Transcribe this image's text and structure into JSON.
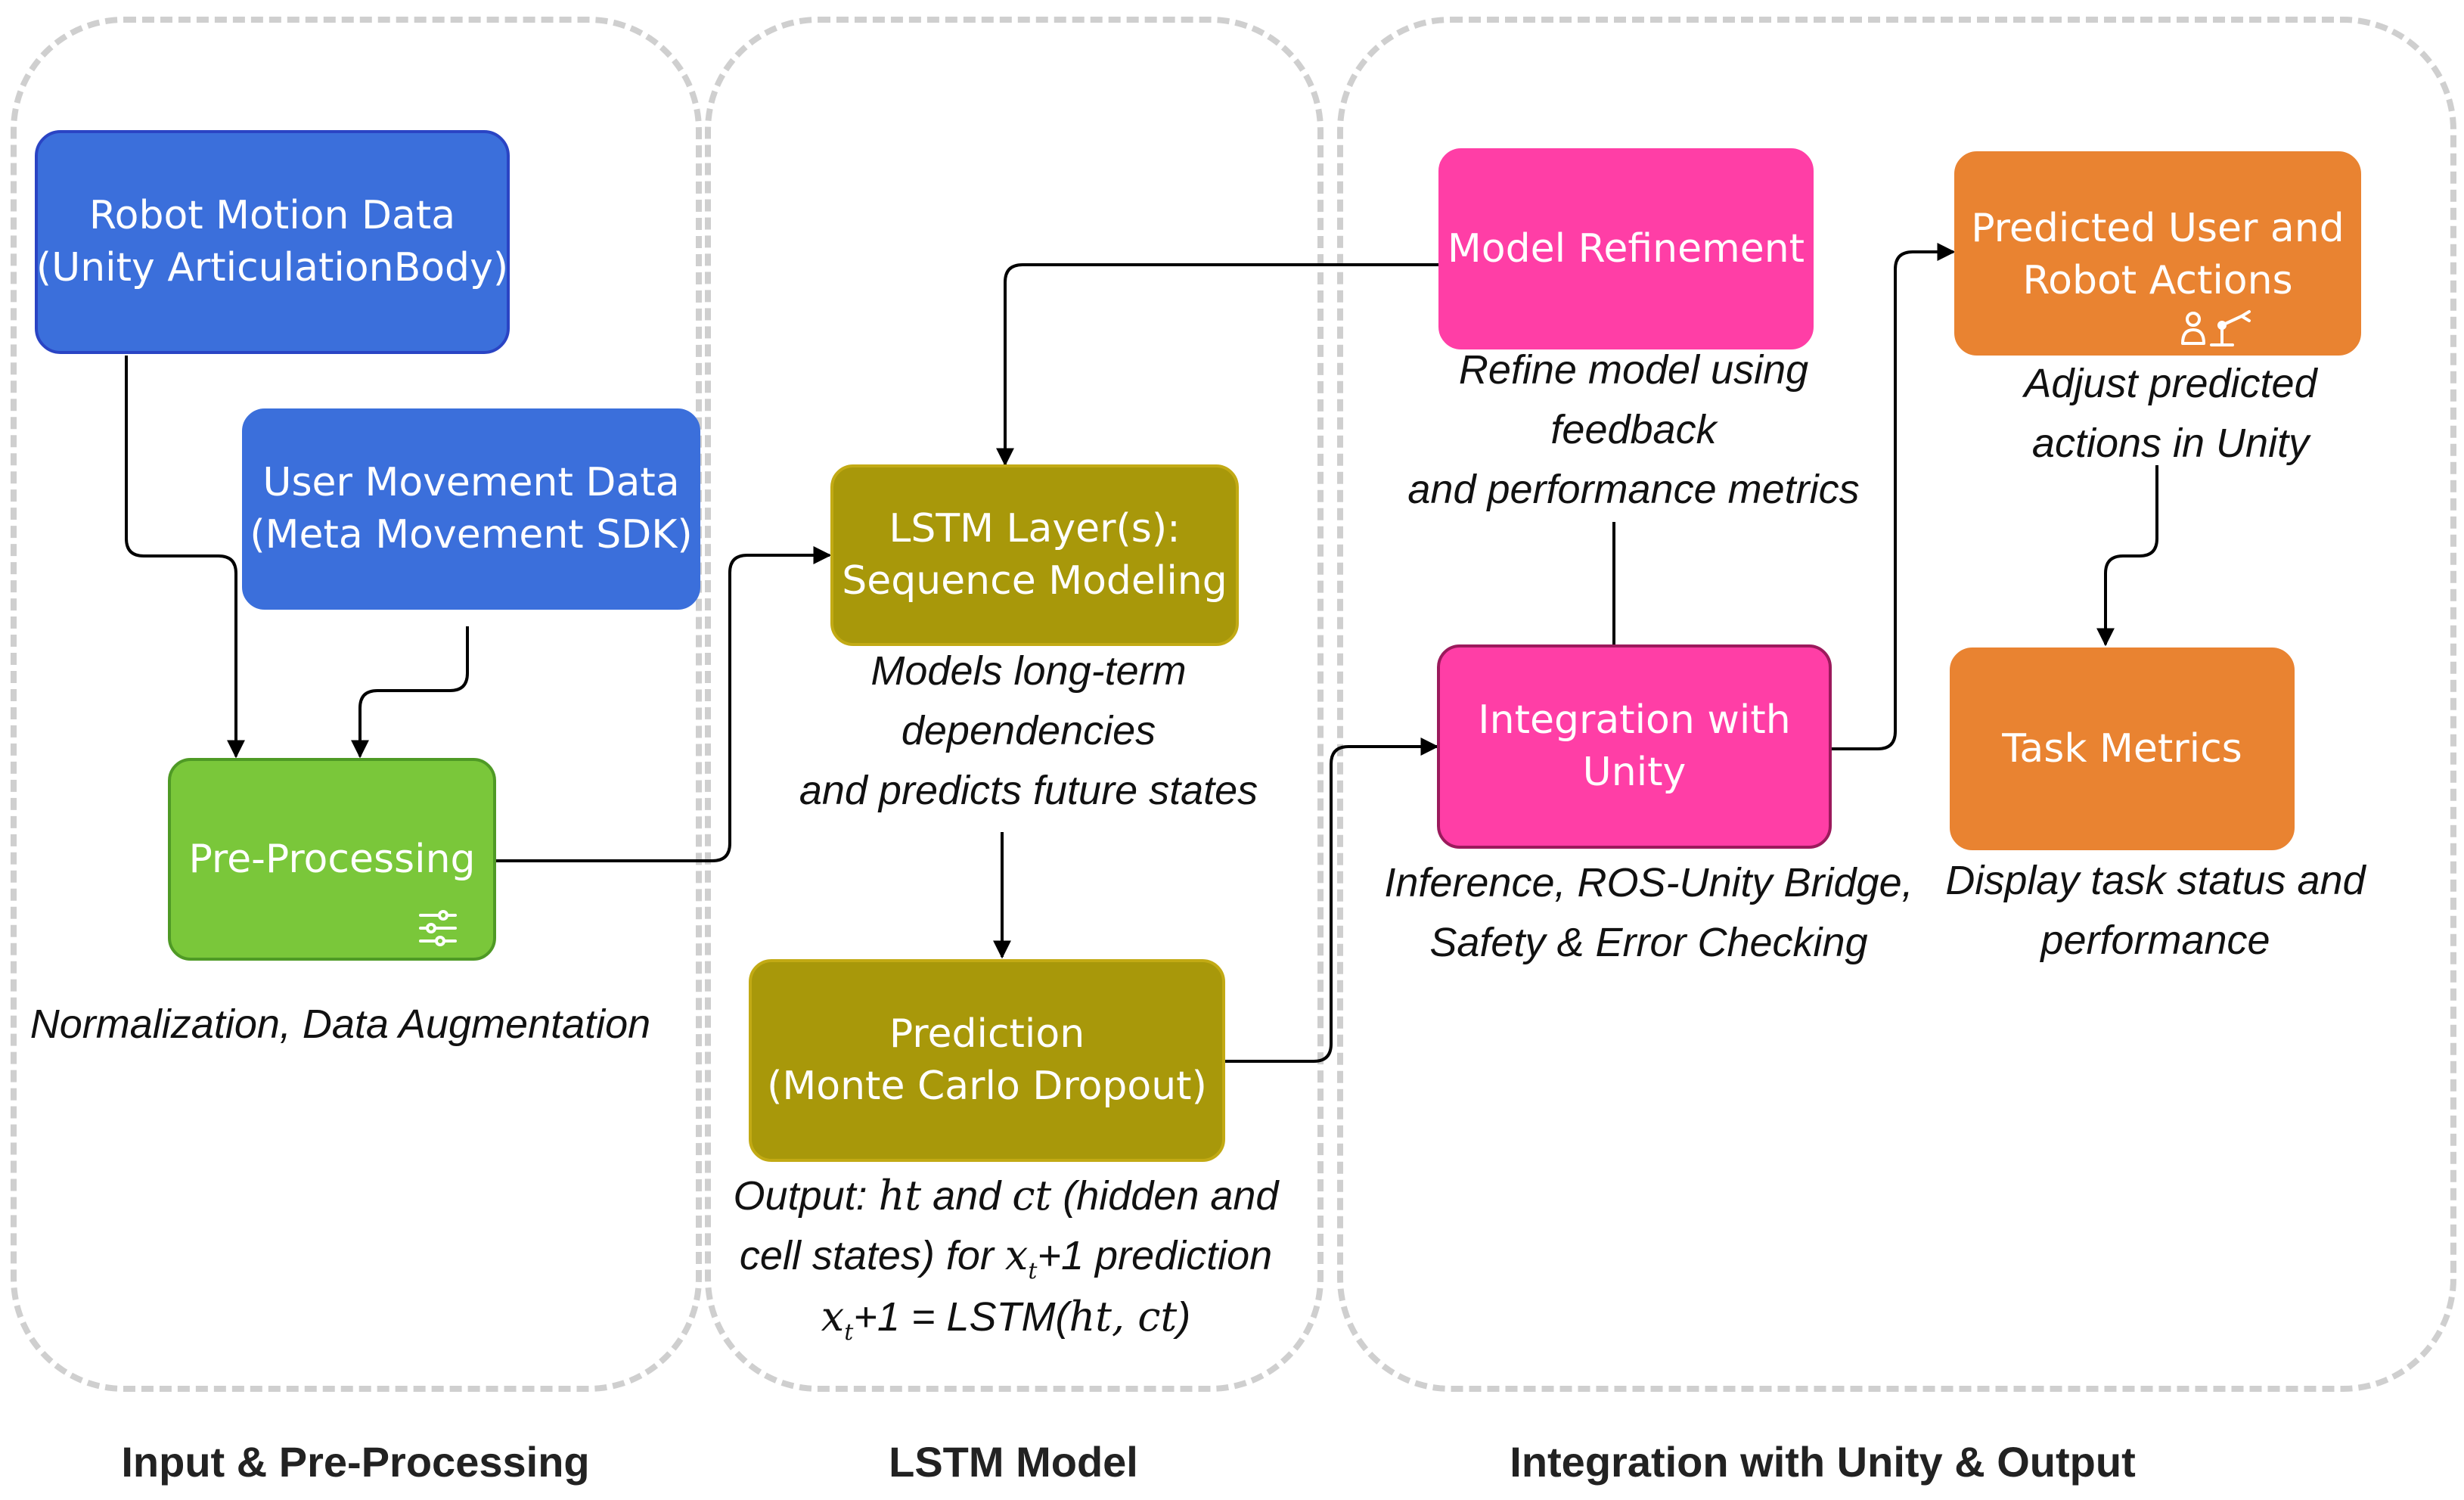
{
  "groups": {
    "input": "Input & Pre-Processing",
    "lstm": "LSTM Model",
    "integration": "Integration with Unity & Output"
  },
  "nodes": {
    "robot_motion": [
      "Robot Motion Data",
      "(Unity ArticulationBody)"
    ],
    "user_movement": [
      "User Movement Data",
      "(Meta Movement SDK)"
    ],
    "preprocessing": [
      "Pre-Processing"
    ],
    "lstm_layers": [
      "LSTM Layer(s):",
      "Sequence Modeling"
    ],
    "prediction": [
      "Prediction",
      "(Monte Carlo Dropout)"
    ],
    "model_refinement": [
      "Model Refinement"
    ],
    "integration_unity": [
      "Integration with",
      "Unity"
    ],
    "predicted_actions": [
      "Predicted User and",
      "Robot Actions"
    ],
    "task_metrics": [
      "Task Metrics"
    ]
  },
  "notes": {
    "preprocessing": [
      "Normalization, Data Augmentation"
    ],
    "lstm_layers": [
      "Models long-term",
      "dependencies",
      "and predicts future states"
    ],
    "prediction": {
      "line1_a": "Output: ",
      "line1_ht": "ht",
      "line1_b": " and ",
      "line1_ct": "ct",
      "line1_c": " (hidden and",
      "line2_a": "cell states) for ",
      "line2_x": "x",
      "line2_sub": "t",
      "line2_b": "+1 prediction",
      "line3_x": "x",
      "line3_sub": "t",
      "line3_a": "+1 = LSTM(",
      "line3_args": "ht, ct",
      "line3_b": ")"
    },
    "model_refinement": [
      "Refine model using",
      "feedback",
      "and performance metrics"
    ],
    "integration_unity": [
      "Inference, ROS-Unity Bridge,",
      "Safety & Error Checking"
    ],
    "predicted_actions": [
      "Adjust predicted",
      "actions in Unity"
    ],
    "task_metrics": [
      "Display task status and",
      "performance"
    ]
  },
  "icons": {
    "preprocessing": "sliders-icon",
    "predicted_actions": "user-robot-arm-icon"
  },
  "colors": {
    "input_data": "#3b6fdb",
    "preprocessing": "#7ac73a",
    "lstm": "#a8980a",
    "refinement": "#ff3ea6",
    "output": "#e98331",
    "group_border": "#cfcfcf"
  }
}
